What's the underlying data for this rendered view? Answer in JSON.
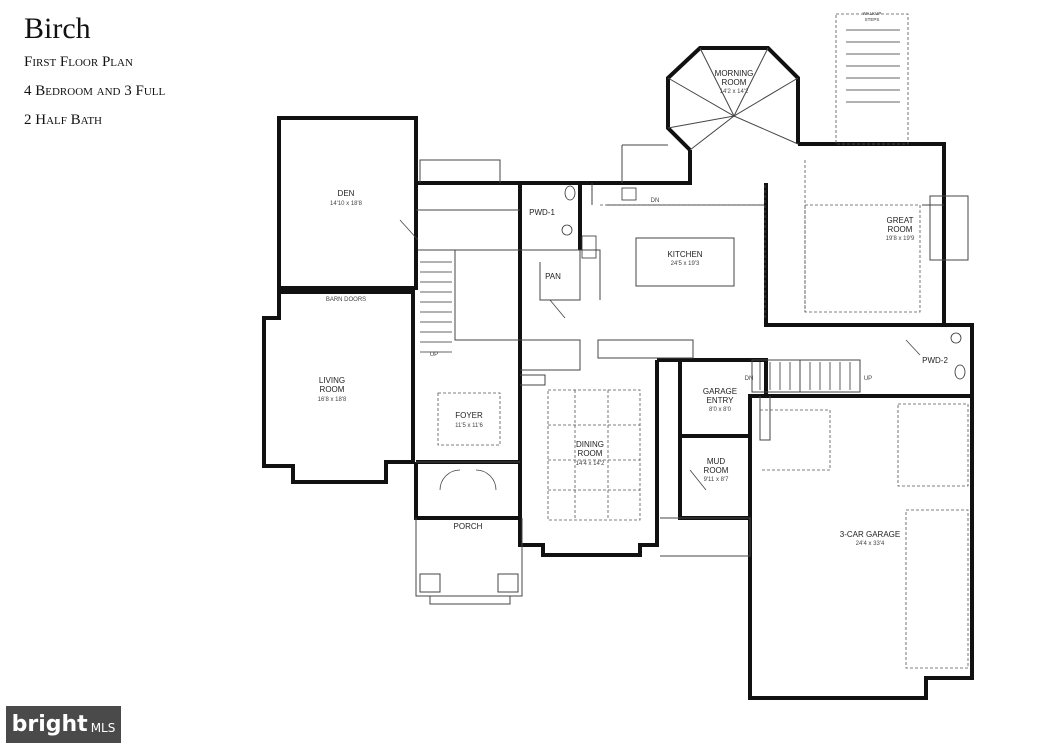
{
  "header": {
    "title": "Birch",
    "lines": [
      "First Floor Plan",
      "4 Bedroom and 3 Full",
      "2 Half Bath"
    ]
  },
  "rooms": {
    "den": {
      "name": "DEN",
      "dim": "14'10 x 18'8"
    },
    "living": {
      "name1": "LIVING",
      "name2": "ROOM",
      "dim": "16'8 x 18'8"
    },
    "barn_doors": "BARN DOORS",
    "foyer": {
      "name": "FOYER",
      "dim": "11'5 x 11'6"
    },
    "porch": "PORCH",
    "dining": {
      "name1": "DINING",
      "name2": "ROOM",
      "dim": "14'4 x 14'2"
    },
    "pwd1": "PWD-1",
    "pan": "PAN",
    "kitchen": {
      "name": "KITCHEN",
      "dim": "24'5 x 19'3"
    },
    "morning": {
      "name1": "MORNING",
      "name2": "ROOM",
      "dim": "14'2 x 14'2"
    },
    "great": {
      "name1": "GREAT",
      "name2": "ROOM",
      "dim": "19'8 x 19'9"
    },
    "pwd2": "PWD-2",
    "garage_entry": {
      "name1": "GARAGE",
      "name2": "ENTRY",
      "dim": "8'0 x 8'0"
    },
    "mud": {
      "name1": "MUD",
      "name2": "ROOM",
      "dim": "9'11 x 8'7"
    },
    "garage": {
      "name": "3-CAR GARAGE",
      "dim": "24'4 x 33'4"
    },
    "walkup": {
      "line1": "WALKUP",
      "line2": "STEPS"
    }
  },
  "markers": {
    "up": "UP",
    "dn": "DN"
  },
  "watermark": {
    "word": "bright",
    "suffix": "MLS"
  }
}
